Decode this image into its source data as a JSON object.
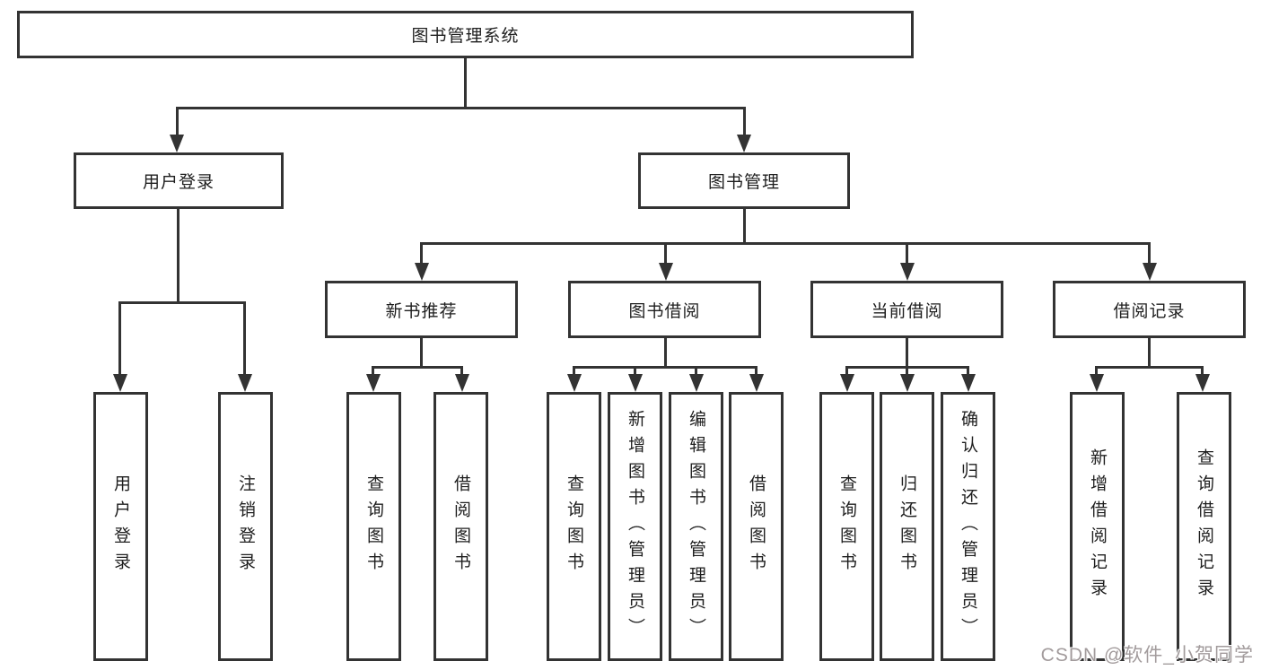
{
  "diagram": {
    "title": "图书管理系统",
    "colors": {
      "line": "#333333",
      "text": "#1e1e1e",
      "watermark": "#a29b9c",
      "background": "#ffffff"
    },
    "root": {
      "label": "图书管理系统"
    },
    "level2": {
      "user_login": {
        "label": "用户登录"
      },
      "book_management": {
        "label": "图书管理"
      }
    },
    "level3": {
      "new_books": {
        "label": "新书推荐"
      },
      "book_borrow": {
        "label": "图书借阅"
      },
      "current_borrow": {
        "label": "当前借阅"
      },
      "borrow_records": {
        "label": "借阅记录"
      }
    },
    "leaves": {
      "user_login": [
        {
          "label": "用户登录"
        },
        {
          "label": "注销登录"
        }
      ],
      "new_books": [
        {
          "label": "查询图书"
        },
        {
          "label": "借阅图书"
        }
      ],
      "book_borrow": [
        {
          "label": "查询图书"
        },
        {
          "label": "新增图书（管理员）"
        },
        {
          "label": "编辑图书（管理员）"
        },
        {
          "label": "借阅图书"
        }
      ],
      "current_borrow": [
        {
          "label": "查询图书"
        },
        {
          "label": "归还图书"
        },
        {
          "label": "确认归还（管理员）"
        }
      ],
      "borrow_records": [
        {
          "label": "新增借阅记录"
        },
        {
          "label": "查询借阅记录"
        }
      ]
    }
  },
  "watermark": {
    "text": "CSDN @软件_小贺同学"
  }
}
